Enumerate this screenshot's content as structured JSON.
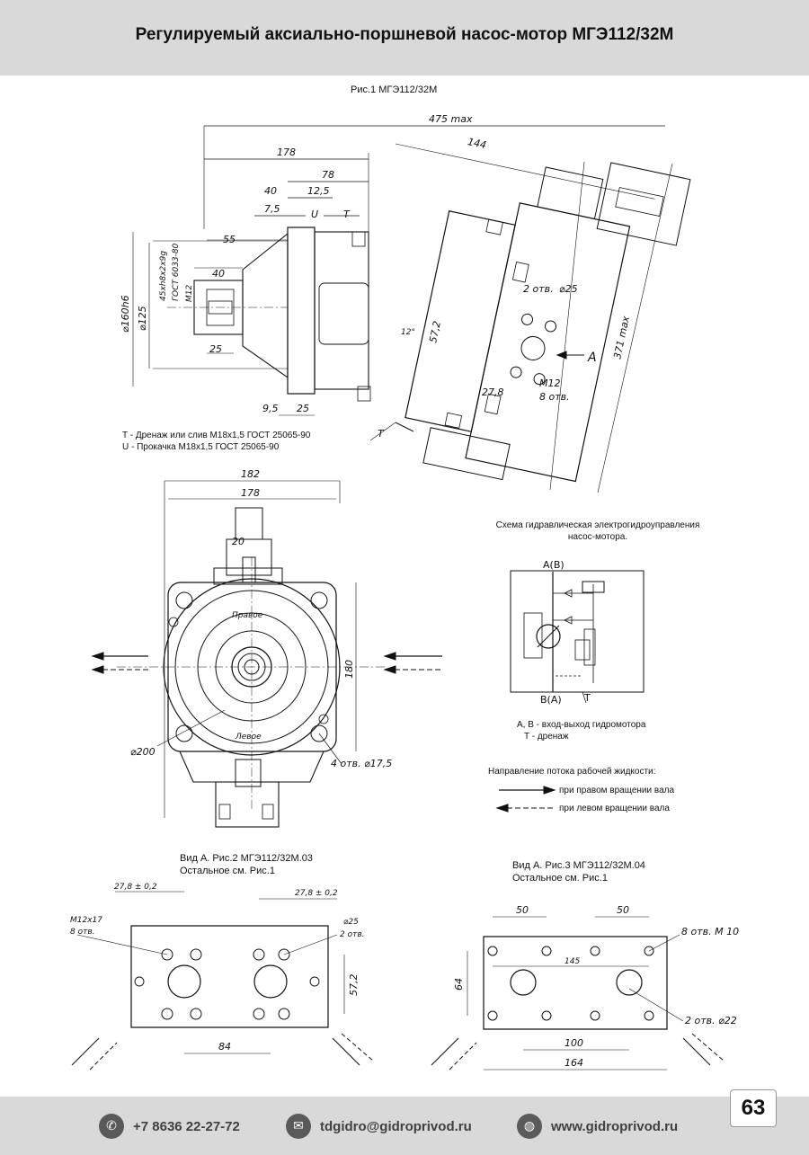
{
  "header": {
    "title": "Регулируемый аксиально-поршневой насос-мотор МГЭ112/32М"
  },
  "fig1": {
    "caption": "Рис.1 МГЭ112/32М",
    "dims": {
      "d475": "475 max",
      "d178": "178",
      "d144": "144",
      "d78": "78",
      "d40": "40",
      "d12_5": "12,5",
      "d7_5": "7,5",
      "U": "U",
      "T": "T",
      "d55": "55",
      "d40b": "40",
      "d25": "25",
      "d9_5": "9,5",
      "d25b": "25",
      "spline": "45xh8x2x9g",
      "gost": "ГОСТ 6033-80",
      "m12": "M12",
      "d160": "⌀160h6",
      "d125": "⌀125",
      "holes2": "2 отв.",
      "d25c": "⌀25",
      "d57_2": "57,2",
      "d27_8": "27,8",
      "m12b": "M12",
      "holes8": "8 отв.",
      "angle": "12°",
      "A": "A",
      "d371": "371 max",
      "Tb": "T"
    },
    "notes": [
      "T  - Дренаж или слив М18х1,5 ГОСТ 25065-90",
      "U - Прокачка М18х1,5 ГОСТ 25065-90"
    ]
  },
  "fig_front": {
    "dims": {
      "d182": "182",
      "d178": "178",
      "d20": "20",
      "d180": "180",
      "d200": "⌀200",
      "holes": "4 отв. ⌀17,5",
      "pravoe": "Правое",
      "levoe": "Левое"
    }
  },
  "scheme": {
    "title_line1": "Схема гидравлическая  электрогидроуправления",
    "title_line2": "насос-мотора.",
    "labels": {
      "AB": "A(B)",
      "BA": "B(A)",
      "T": "T"
    },
    "legend": [
      "A, B -  вход-выход гидромотора",
      "T  -  дренаж"
    ],
    "flow_title": "Направление потока рабочей жидкости:",
    "flow_right": "при правом вращении вала",
    "flow_left": "при левом вращении вала"
  },
  "fig2": {
    "caption_line1": "Вид А.  Рис.2 МГЭ112/32М.03",
    "caption_line2": "Остальное см. Рис.1",
    "dims": {
      "d27_8a": "27,8 ± 0,2",
      "d27_8b": "27,8 ± 0,2",
      "m12x17": "M12x17",
      "holes8": "8 отв.",
      "d25": "⌀25",
      "holes2": "2 отв.",
      "d57_2": "57,2",
      "d84": "84"
    }
  },
  "fig3": {
    "caption_line1": "Вид А.  Рис.3 МГЭ112/32М.04",
    "caption_line2": "Остальное см. Рис.1",
    "dims": {
      "d50a": "50",
      "d50b": "50",
      "holes8": "8 отв. M 10",
      "d145": "145",
      "d64": "64",
      "holes2": "2 отв. ⌀22",
      "d100": "100",
      "d164": "164"
    }
  },
  "footer": {
    "phone": "+7 8636 22-27-72",
    "email": "tdgidro@gidroprivod.ru",
    "site": "www.gidroprivod.ru",
    "page": "63"
  }
}
